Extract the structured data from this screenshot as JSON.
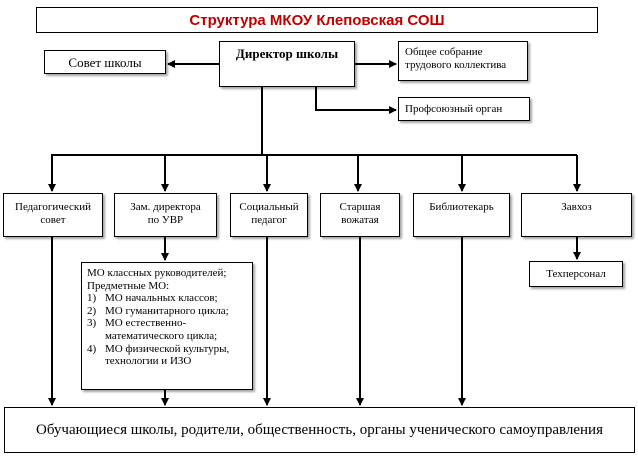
{
  "title": "Структура МКОУ Клеповская СОШ",
  "director": "Директор школы",
  "council": "Совет школы",
  "assembly": [
    "Общее собрание",
    "трудового коллектива"
  ],
  "union": "Профсоюзный орган",
  "departments": {
    "ped": [
      "Педагогический",
      "совет"
    ],
    "zam": [
      "Зам. директора",
      "по УВР"
    ],
    "soc": [
      "Социальный",
      "педагог"
    ],
    "vozh": [
      "Старшая",
      "вожатая"
    ],
    "lib": [
      "Библиотекарь"
    ],
    "zav": [
      "Завхоз"
    ]
  },
  "staff": "Техперсонал",
  "mo": {
    "intro": [
      "МО классных руководителей;",
      "Предметные МО:"
    ],
    "items": [
      {
        "num": "1)",
        "lines": [
          "МО начальных классов;"
        ]
      },
      {
        "num": "2)",
        "lines": [
          "МО гуманитарного цикла;"
        ]
      },
      {
        "num": "3)",
        "lines": [
          "МО естественно-",
          "математического цикла;"
        ]
      },
      {
        "num": "4)",
        "lines": [
          "МО физической культуры,",
          "технологии и ИЗО"
        ]
      }
    ]
  },
  "bottom": "Обучающиеся школы, родители, общественность, органы ученического самоуправления"
}
